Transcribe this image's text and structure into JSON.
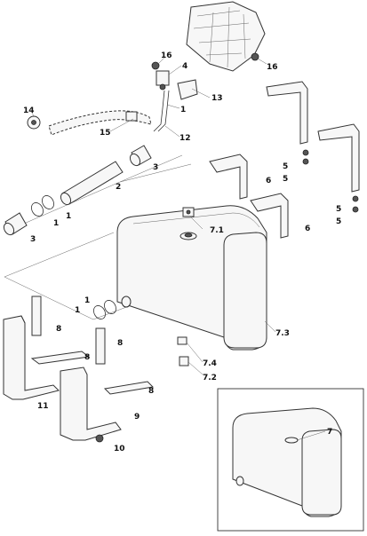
{
  "callouts": [
    {
      "id": "c16a",
      "text": "16"
    },
    {
      "id": "c4",
      "text": "4"
    },
    {
      "id": "c16b",
      "text": "16"
    },
    {
      "id": "c13",
      "text": "13"
    },
    {
      "id": "c14",
      "text": "14"
    },
    {
      "id": "c1a",
      "text": "1"
    },
    {
      "id": "c15",
      "text": "15"
    },
    {
      "id": "c12",
      "text": "12"
    },
    {
      "id": "c3a",
      "text": "3"
    },
    {
      "id": "c2",
      "text": "2"
    },
    {
      "id": "c5a",
      "text": "5"
    },
    {
      "id": "c5b",
      "text": "5"
    },
    {
      "id": "c6a",
      "text": "6"
    },
    {
      "id": "c1b",
      "text": "1"
    },
    {
      "id": "c1c",
      "text": "1"
    },
    {
      "id": "c3b",
      "text": "3"
    },
    {
      "id": "c71",
      "text": "7.1"
    },
    {
      "id": "c6b",
      "text": "6"
    },
    {
      "id": "c5c",
      "text": "5"
    },
    {
      "id": "c5d",
      "text": "5"
    },
    {
      "id": "c1d",
      "text": "1"
    },
    {
      "id": "c1e",
      "text": "1"
    },
    {
      "id": "c8a",
      "text": "8"
    },
    {
      "id": "c73",
      "text": "7.3"
    },
    {
      "id": "c8b",
      "text": "8"
    },
    {
      "id": "c8c",
      "text": "8"
    },
    {
      "id": "c74",
      "text": "7.4"
    },
    {
      "id": "c72",
      "text": "7.2"
    },
    {
      "id": "c8d",
      "text": "8"
    },
    {
      "id": "c11",
      "text": "11"
    },
    {
      "id": "c9",
      "text": "9"
    },
    {
      "id": "c10",
      "text": "10"
    },
    {
      "id": "c7",
      "text": "7"
    }
  ]
}
